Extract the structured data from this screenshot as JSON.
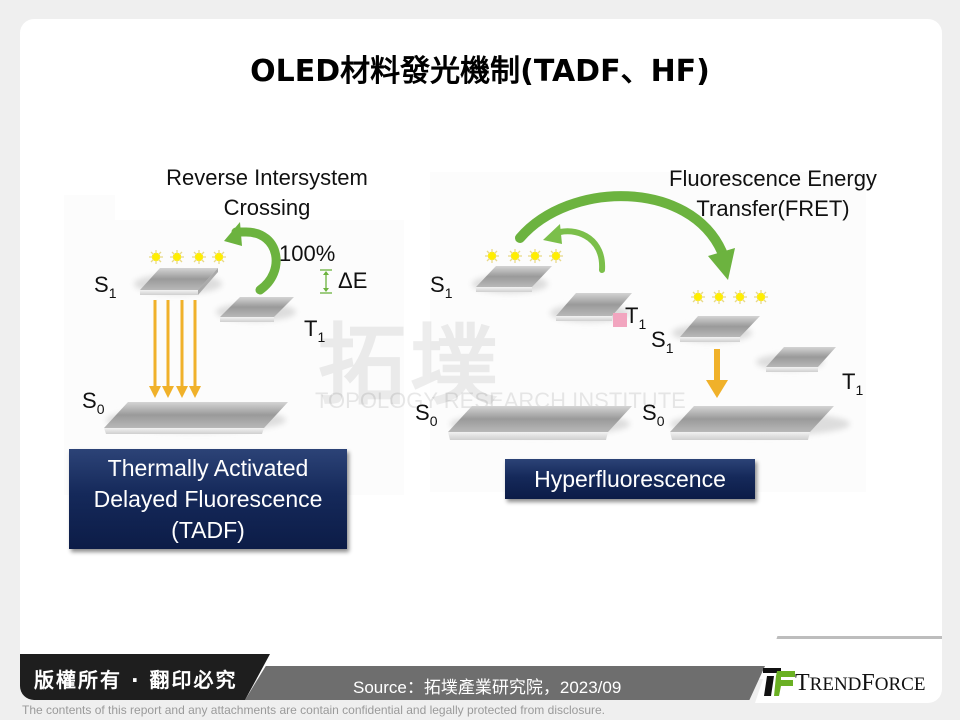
{
  "slide": {
    "title": "OLED材料發光機制(TADF、HF)"
  },
  "tadf_diagram": {
    "caption_line1": "Reverse Intersystem",
    "caption_line2": "Crossing",
    "percent_label": "100%",
    "delta_label": "ΔE",
    "s1_label": "S",
    "s1_sub": "1",
    "t1_label": "T",
    "t1_sub": "1",
    "s0_label": "S",
    "s0_sub": "0",
    "box_line1": "Thermally Activated",
    "box_line2": "Delayed Fluorescence",
    "box_line3": "(TADF)"
  },
  "hf_diagram": {
    "caption_line1": "Fluorescence Energy",
    "caption_line2": "Transfer(FRET)",
    "host_s1_label": "S",
    "host_s1_sub": "1",
    "host_t1_label": "T",
    "host_t1_sub": "1",
    "host_s0_label": "S",
    "host_s0_sub": "0",
    "emitter_s1_label": "S",
    "emitter_s1_sub": "1",
    "emitter_t1_label": "T",
    "emitter_t1_sub": "1",
    "emitter_s0_label": "S",
    "emitter_s0_sub": "0",
    "box_label": "Hyperfluorescence"
  },
  "watermark": {
    "chinese": "拓墣",
    "english": "TOPOLOGY RESEARCH INSTITUTE"
  },
  "footer": {
    "copyright": "版權所有 · 翻印必究",
    "source": "Source：拓墣產業研究院，2023/09",
    "logo_big_t": "T",
    "logo_rend": "REND",
    "logo_big_f": "F",
    "logo_orce": "ORCE",
    "disclaimer": "The contents of this report and any attachments are contain confidential and legally protected from disclosure."
  },
  "colors": {
    "navy_box": "#15295a",
    "green_arrow": "#6cb33f",
    "orange_arrow": "#f0b12a",
    "star_yellow": "#ffee00",
    "logo_green": "#6ab023",
    "footer_dark": "#1e1e1e",
    "footer_gray": "#6e6e6e"
  }
}
